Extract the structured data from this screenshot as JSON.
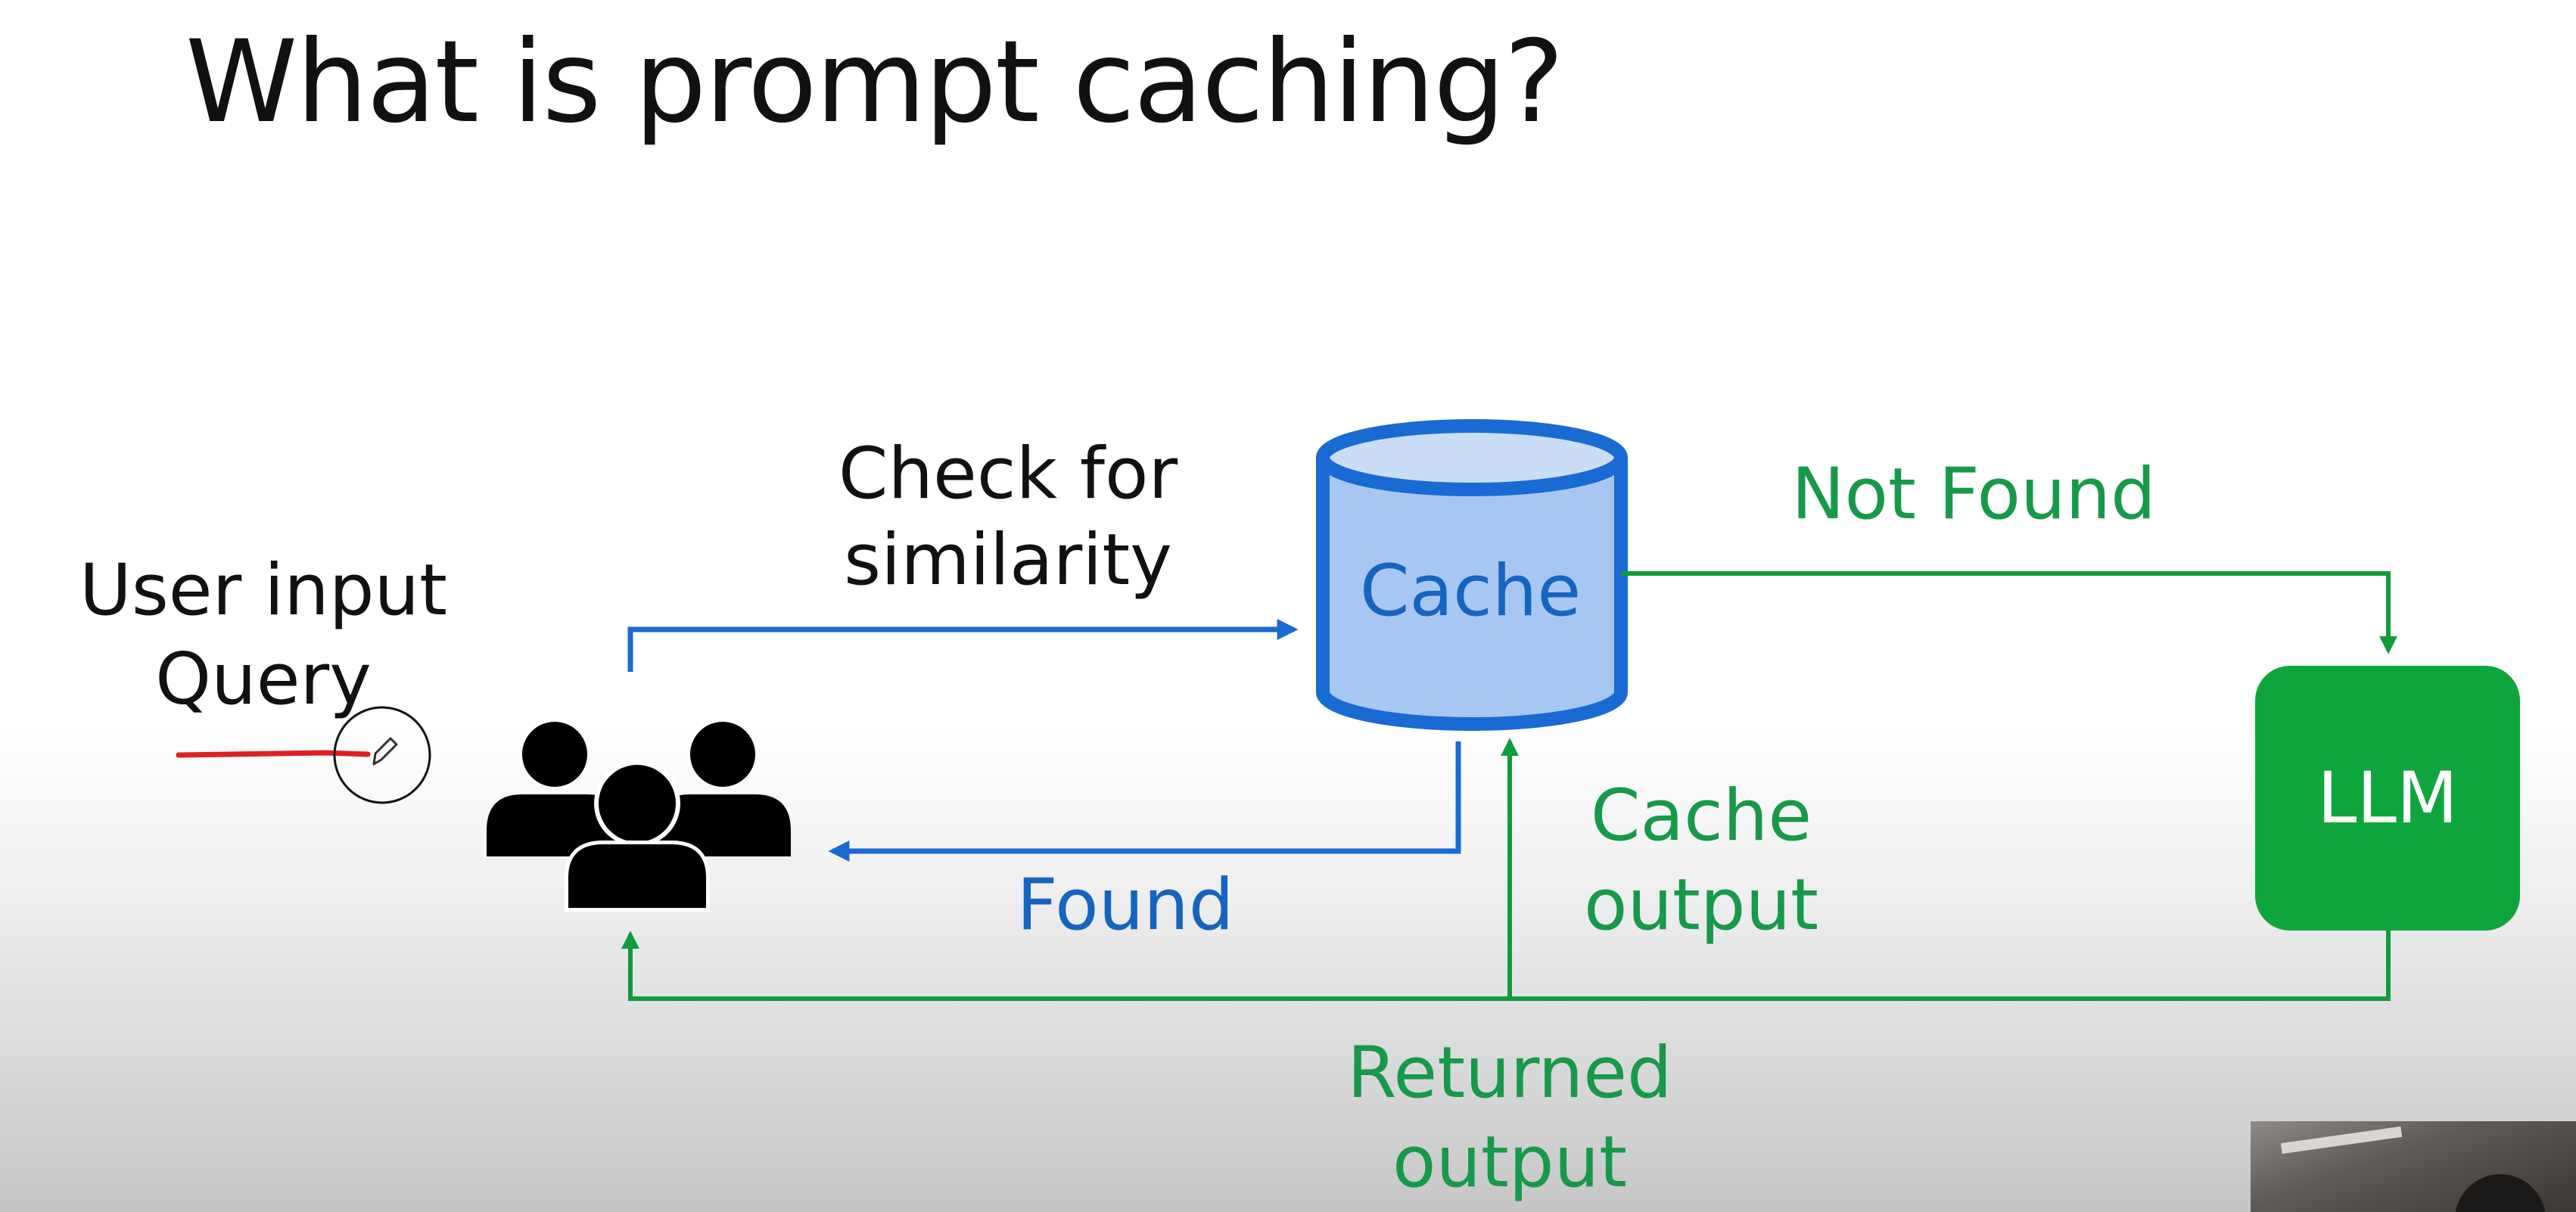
{
  "slide": {
    "title": "What is prompt caching?"
  },
  "labels": {
    "user_input_line1": "User input",
    "user_input_line2": "Query",
    "check_line1": "Check for",
    "check_line2": "similarity",
    "cache": "Cache",
    "not_found": "Not Found",
    "llm": "LLM",
    "found": "Found",
    "cache_output_line1": "Cache",
    "cache_output_line2": "output",
    "returned_line1": "Returned",
    "returned_line2": "output"
  },
  "icons": {
    "users": "group-of-users-icon",
    "pencil": "pencil-cursor-icon"
  },
  "colors": {
    "blue_arrow": "#1a6ad4",
    "blue_text": "#1565c0",
    "green": "#0f9d3a",
    "green_text": "#17994a",
    "cache_fill": "#a7c7f2",
    "cache_top": "#c9ddf7",
    "cache_stroke": "#1a6ad4",
    "llm_fill": "#0ea63c",
    "annotation_red": "#e02020"
  }
}
